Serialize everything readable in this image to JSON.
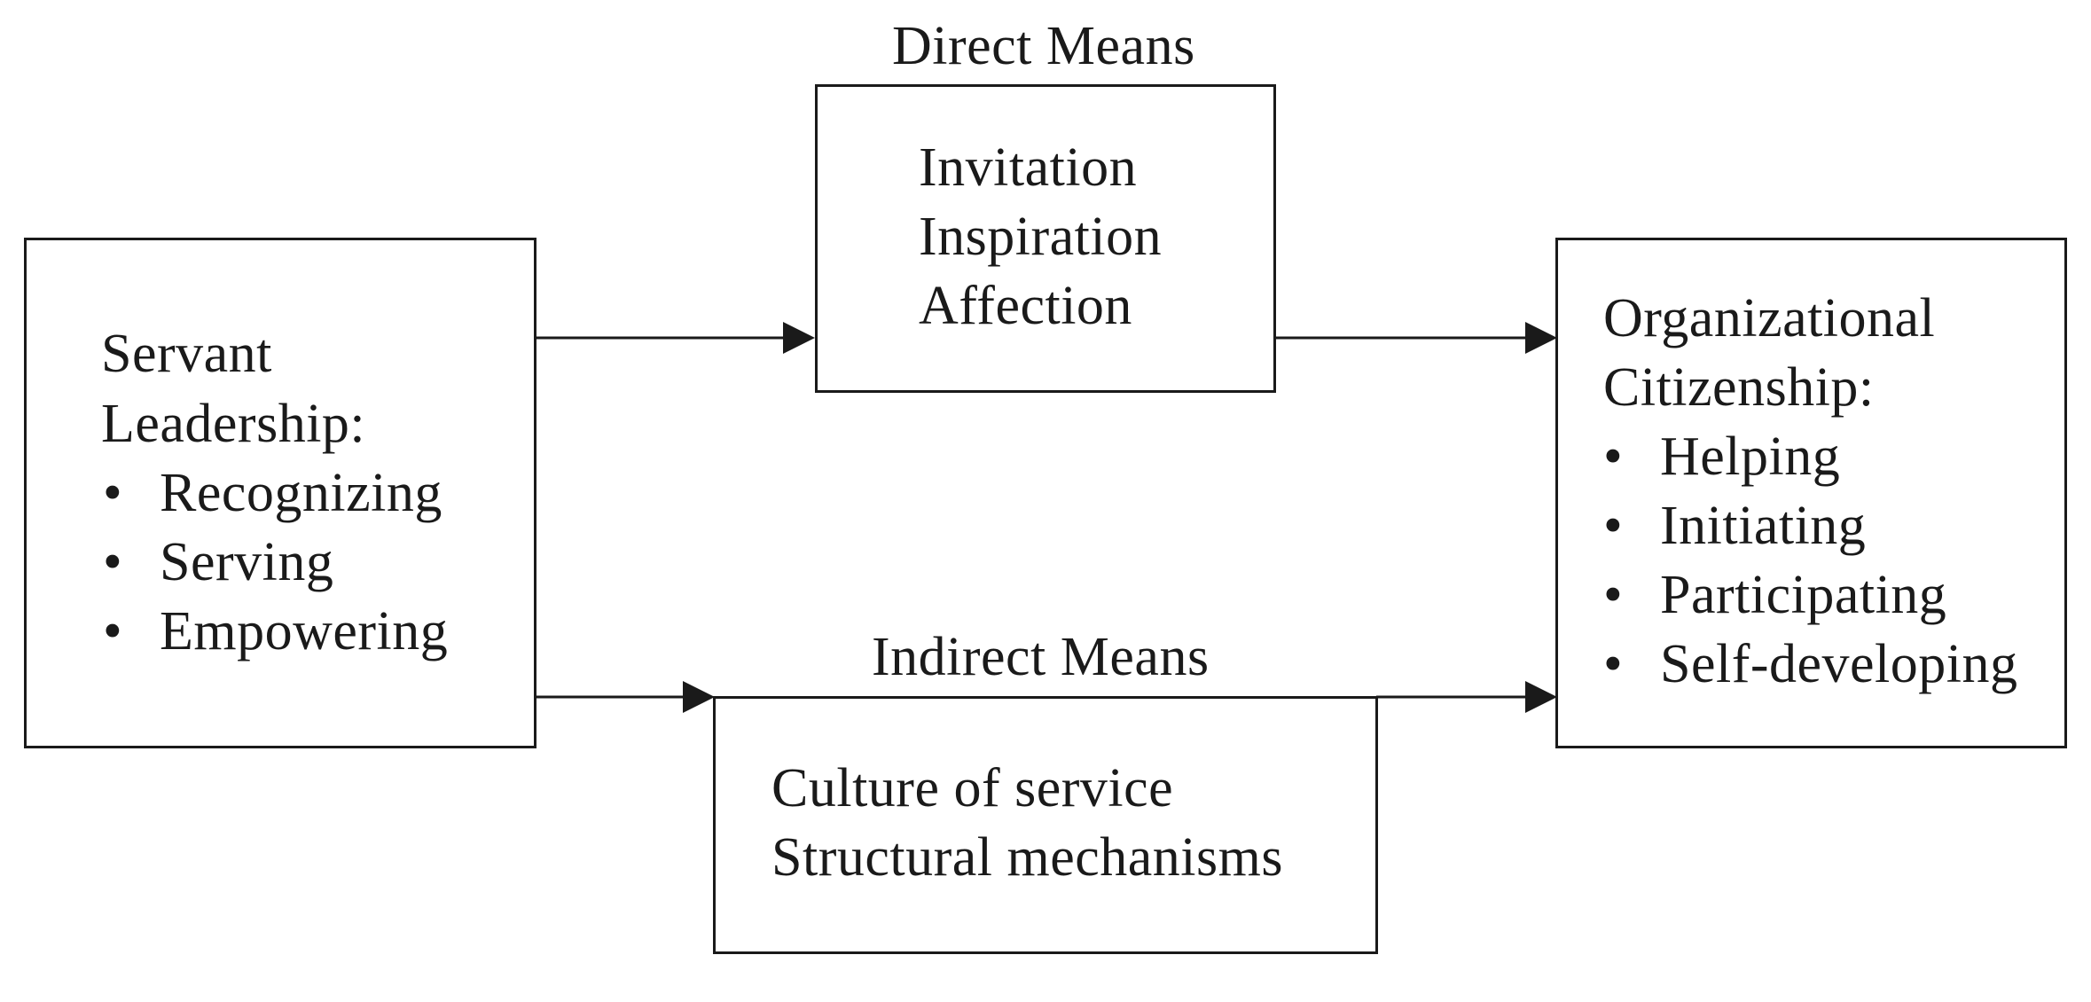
{
  "servant_leadership": {
    "title_line1": "Servant",
    "title_line2": "Leadership:",
    "items": [
      "Recognizing",
      "Serving",
      "Empowering"
    ]
  },
  "direct_means": {
    "label": "Direct Means",
    "items": [
      "Invitation",
      "Inspiration",
      "Affection"
    ]
  },
  "indirect_means": {
    "label": "Indirect Means",
    "items": [
      "Culture of service",
      "Structural mechanisms"
    ]
  },
  "organizational_citizenship": {
    "title_line1": "Organizational",
    "title_line2": "Citizenship:",
    "items": [
      "Helping",
      "Initiating",
      "Participating",
      "Self-developing"
    ]
  },
  "colors": {
    "stroke": "#1a1a1a",
    "background": "#ffffff"
  }
}
